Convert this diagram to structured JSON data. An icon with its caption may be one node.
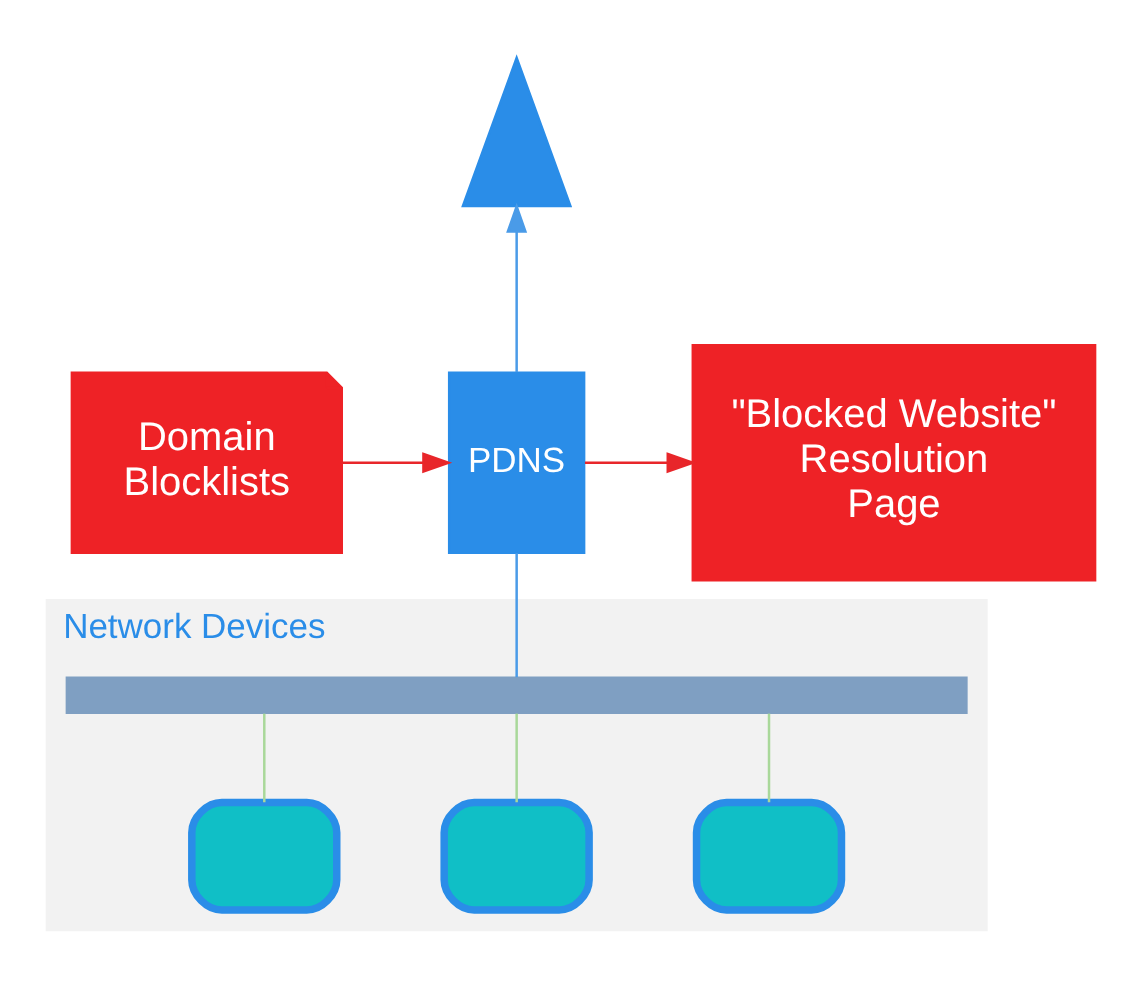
{
  "diagram": {
    "nodes": [
      {
        "text": [],
        "shape": "antenna"
      },
      {
        "text": [
          "PDNS"
        ]
      },
      {
        "text": [
          "Domain Blocklists"
        ]
      },
      {
        "text": [
          "\"Blocked Website\" Resolution Page"
        ]
      },
      {
        "text": [
          "Network Devices"
        ]
      },
      {
        "text": [],
        "shape": "bar",
        "in": 4
      },
      {
        "text": [],
        "shape": "computer",
        "in": 4
      },
      {
        "text": [],
        "shape": "computer",
        "in": 4
      },
      {
        "text": [],
        "shape": "computer",
        "in": 4
      }
    ],
    "edges": [
      {
        "from": 2,
        "to": 1,
        "arrow": "to",
        "color": "#e8262a"
      },
      {
        "from": 1,
        "to": 3,
        "arrow": "to",
        "color": "#e8262a"
      },
      {
        "from": 1,
        "to": 0,
        "arrow": "to",
        "color": "#4a9be8"
      },
      {
        "from": 5,
        "to": 1,
        "arrow": "none",
        "color": "#4a9be8"
      },
      {
        "from": 5,
        "to": 6,
        "arrow": "none",
        "color": "#a9d89a"
      },
      {
        "from": 5,
        "to": 7,
        "arrow": "none",
        "color": "#a9d89a"
      },
      {
        "from": 5,
        "to": 8,
        "arrow": "none",
        "color": "#a9d89a"
      }
    ]
  }
}
